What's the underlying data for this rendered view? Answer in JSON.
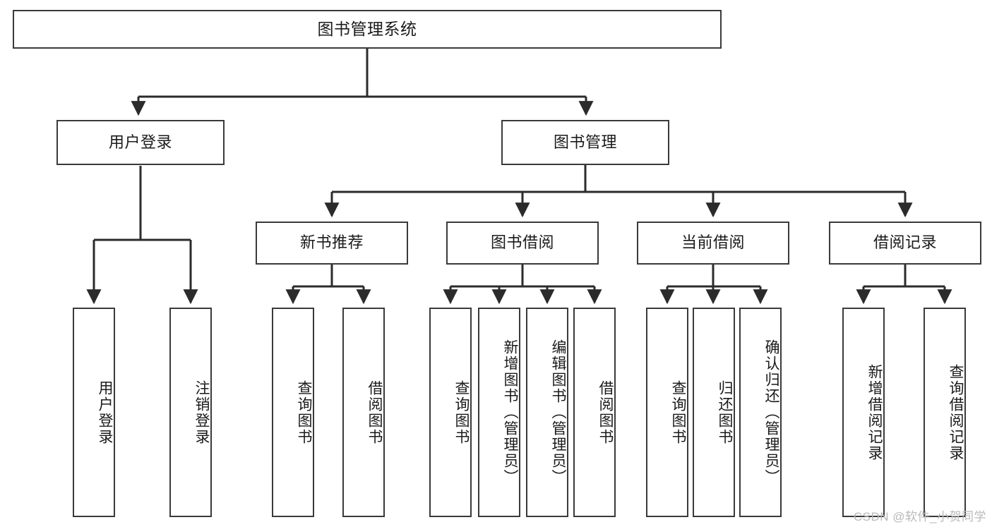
{
  "diagram": {
    "title": "图书管理系统",
    "type": "tree-hierarchy",
    "watermark": "CSDN @软件_小贺同学",
    "colors": {
      "box_border": "#3a3a3a",
      "box_fill": "#ffffff",
      "edge": "#2b2b2b",
      "text": "#1a1a1a",
      "watermark": "#b9b9b9",
      "background": "#ffffff"
    },
    "root": {
      "id": "root",
      "label": "图书管理系统"
    },
    "level2": [
      {
        "id": "user-login",
        "label": "用户登录"
      },
      {
        "id": "book-manage",
        "label": "图书管理"
      }
    ],
    "level3": [
      {
        "id": "new-book-recommend",
        "label": "新书推荐",
        "parent": "book-manage"
      },
      {
        "id": "book-borrow",
        "label": "图书借阅",
        "parent": "book-manage"
      },
      {
        "id": "current-borrow",
        "label": "当前借阅",
        "parent": "book-manage"
      },
      {
        "id": "borrow-record",
        "label": "借阅记录",
        "parent": "book-manage"
      }
    ],
    "leaves": [
      {
        "id": "leaf-user-login",
        "label": "用户登录",
        "parent": "user-login"
      },
      {
        "id": "leaf-logout-login",
        "label": "注销登录",
        "parent": "user-login"
      },
      {
        "id": "leaf-query-book-1",
        "label": "查询图书",
        "parent": "new-book-recommend"
      },
      {
        "id": "leaf-borrow-book-1",
        "label": "借阅图书",
        "parent": "new-book-recommend"
      },
      {
        "id": "leaf-query-book-2",
        "label": "查询图书",
        "parent": "book-borrow"
      },
      {
        "id": "leaf-add-book-admin",
        "label": "新增图书（管理员）",
        "parent": "book-borrow"
      },
      {
        "id": "leaf-edit-book-admin",
        "label": "编辑图书（管理员）",
        "parent": "book-borrow"
      },
      {
        "id": "leaf-borrow-book-2",
        "label": "借阅图书",
        "parent": "book-borrow"
      },
      {
        "id": "leaf-query-book-3",
        "label": "查询图书",
        "parent": "current-borrow"
      },
      {
        "id": "leaf-return-book",
        "label": "归还图书",
        "parent": "current-borrow"
      },
      {
        "id": "leaf-confirm-return-admin",
        "label": "确认归还（管理员）",
        "parent": "current-borrow"
      },
      {
        "id": "leaf-add-borrow-record",
        "label": "新增借阅记录",
        "parent": "borrow-record"
      },
      {
        "id": "leaf-query-borrow-record",
        "label": "查询借阅记录",
        "parent": "borrow-record"
      }
    ]
  }
}
